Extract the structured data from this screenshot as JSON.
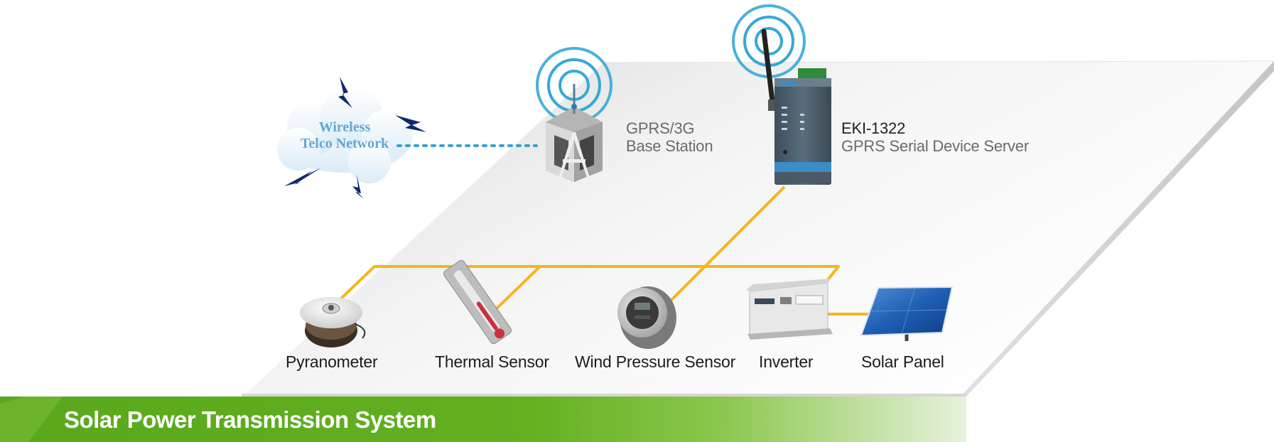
{
  "cloud": {
    "line1": "Wireless",
    "line2": "Telco Network"
  },
  "base_station": {
    "line1": "GPRS/3G",
    "line2": "Base Station"
  },
  "device": {
    "model": "EKI-1322",
    "description": "GPRS Serial Device Server"
  },
  "devices": [
    {
      "label": "Pyranometer"
    },
    {
      "label": "Thermal Sensor"
    },
    {
      "label": "Wind Pressure Sensor"
    },
    {
      "label": "Inverter"
    },
    {
      "label": "Solar Panel"
    }
  ],
  "banner": {
    "title": "Solar Power Transmission System"
  },
  "colors": {
    "wire": "#f5b51b",
    "signal": "#35a8d8",
    "dotted_link": "#3aa0cf",
    "banner_green": "#5aa71c"
  }
}
